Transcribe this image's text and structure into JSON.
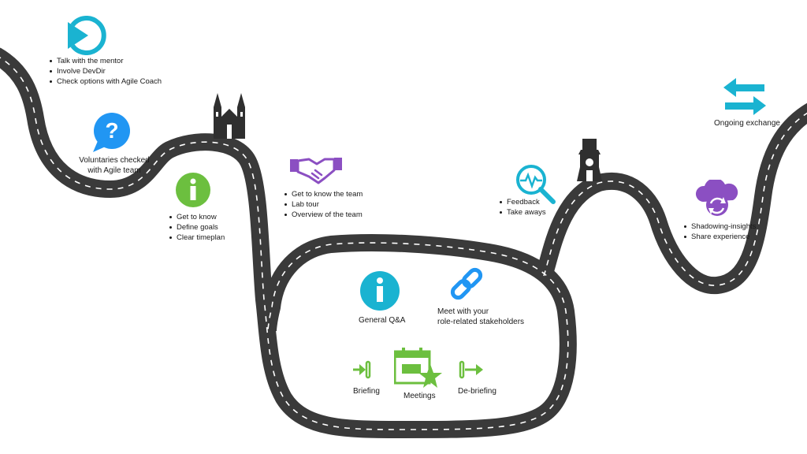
{
  "colors": {
    "road": "#3a3a3a",
    "road_dash": "#ffffff",
    "cyan": "#1ab3d1",
    "blue": "#2196f3",
    "green": "#6cbf3f",
    "purple": "#8b4fc2",
    "dark": "#2f2f2f"
  },
  "icons": {
    "start": "play-circle-icon",
    "question": "question-bubble-icon",
    "info_green": "info-circle-icon",
    "handshake": "handshake-icon",
    "church": "church-building-icon",
    "info_cyan": "info-circle-icon",
    "link": "chain-link-icon",
    "briefing": "arrow-in-icon",
    "meetings": "calendar-star-icon",
    "debriefing": "arrow-out-icon",
    "search": "magnifier-pulse-icon",
    "tower": "clock-tower-icon",
    "cloud": "cloud-sync-icon",
    "exchange": "swap-arrows-icon"
  },
  "steps": {
    "start": {
      "items": [
        "Talk with the mentor",
        "Involve DevDir",
        "Check options with Agile Coach"
      ]
    },
    "voluntaries": {
      "line1": "Voluntaries checked",
      "line2": "with Agile team"
    },
    "get_to_know": {
      "items": [
        "Get to know",
        "Define goals",
        "Clear timeplan"
      ]
    },
    "team": {
      "items": [
        "Get to know the team",
        "Lab tour",
        "Overview of the team"
      ]
    },
    "general_qa": {
      "label": "General Q&A"
    },
    "stakeholders": {
      "line1": "Meet with your",
      "line2": "role-related stakeholders"
    },
    "briefing": {
      "label": "Briefing"
    },
    "meetings": {
      "label": "Meetings"
    },
    "debriefing": {
      "label": "De-briefing"
    },
    "feedback": {
      "items": [
        "Feedback",
        "Take aways"
      ]
    },
    "shadowing": {
      "items": [
        "Shadowing-insights",
        "Share experience"
      ]
    },
    "exchange": {
      "label": "Ongoing exchange"
    }
  }
}
